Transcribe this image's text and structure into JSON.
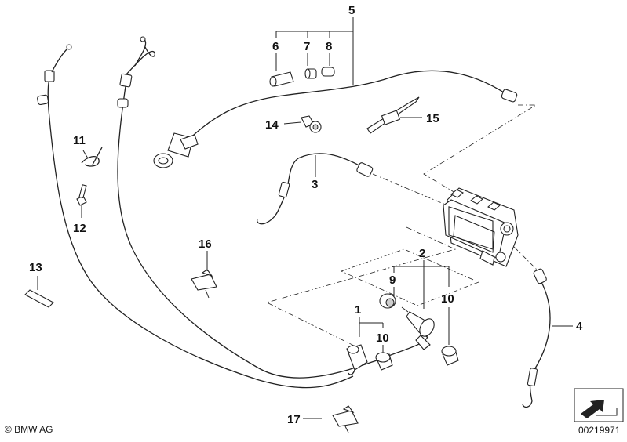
{
  "diagram": {
    "callouts": [
      "5",
      "6",
      "7",
      "8",
      "14",
      "15",
      "3",
      "11",
      "12",
      "13",
      "16",
      "2",
      "9",
      "10",
      "1",
      "10",
      "4",
      "17"
    ],
    "copyright": "© BMW AG",
    "drawing_number": "00219971"
  }
}
